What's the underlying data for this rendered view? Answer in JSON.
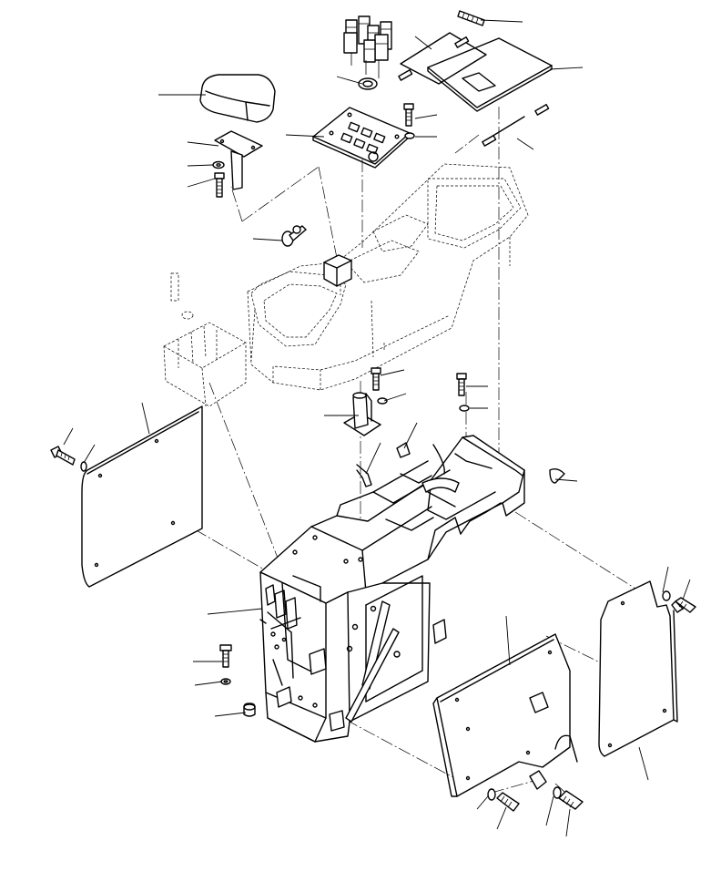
{
  "figure": {
    "kind": "exploded-parts-diagram",
    "line_color": "#000000",
    "background": "#ffffff"
  },
  "parts": [
    {
      "id": "armrest-pad"
    },
    {
      "id": "armrest-bracket"
    },
    {
      "id": "armrest-washer"
    },
    {
      "id": "armrest-bolt"
    },
    {
      "id": "switch-block"
    },
    {
      "id": "switch-boot"
    },
    {
      "id": "switch-plate"
    },
    {
      "id": "plate-bolt"
    },
    {
      "id": "plate-washer"
    },
    {
      "id": "cover-plate"
    },
    {
      "id": "seal-strip"
    },
    {
      "id": "seal-tape"
    },
    {
      "id": "console-cover"
    },
    {
      "id": "ball-joint"
    },
    {
      "id": "lever-guide"
    },
    {
      "id": "left-side-panel"
    },
    {
      "id": "panel-bolt"
    },
    {
      "id": "console-frame"
    },
    {
      "id": "post-bracket"
    },
    {
      "id": "clip"
    },
    {
      "id": "hose-clamp"
    },
    {
      "id": "right-inner-panel"
    },
    {
      "id": "right-outer-panel"
    },
    {
      "id": "grommet"
    }
  ]
}
